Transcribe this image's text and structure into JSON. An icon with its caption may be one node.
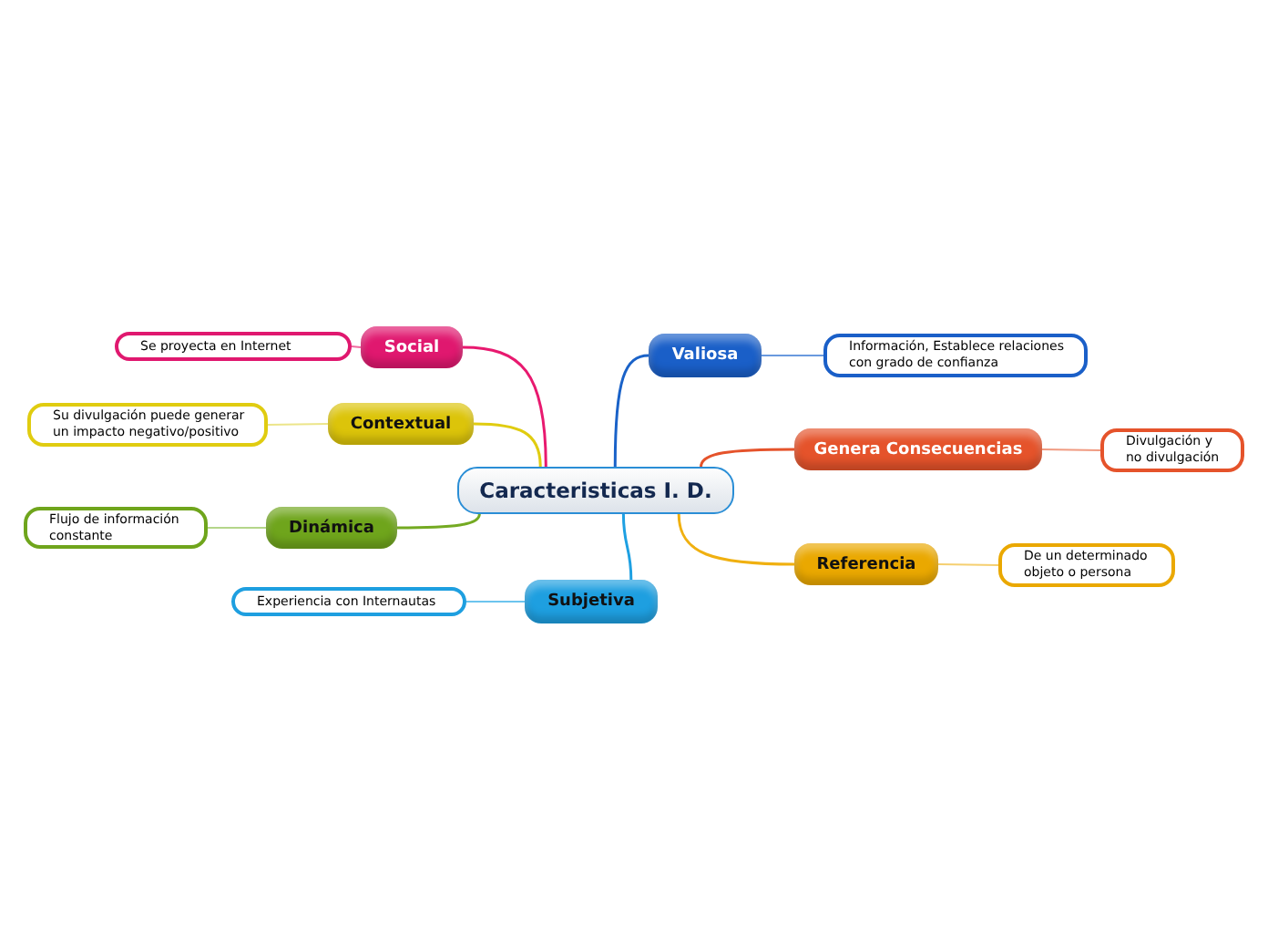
{
  "diagram": {
    "nodes": [
      {
        "text": [
          "Caracteristicas I. D."
        ]
      },
      {
        "text": [
          "Social"
        ]
      },
      {
        "text": [
          "Se proyecta en Internet"
        ]
      },
      {
        "text": [
          "Contextual"
        ]
      },
      {
        "text": [
          "Su divulgación puede generar un impacto negativo/positivo"
        ]
      },
      {
        "text": [
          "Dinámica"
        ]
      },
      {
        "text": [
          "Flujo de información constante"
        ]
      },
      {
        "text": [
          "Subjetiva"
        ]
      },
      {
        "text": [
          "Experiencia con Internautas"
        ]
      },
      {
        "text": [
          "Valiosa"
        ]
      },
      {
        "text": [
          "Información, Establece relaciones con grado de confianza"
        ]
      },
      {
        "text": [
          "Genera Consecuencias"
        ]
      },
      {
        "text": [
          "Divulgación y no divulgación"
        ]
      },
      {
        "text": [
          "Referencia"
        ]
      },
      {
        "text": [
          "De un determinado objeto o persona"
        ]
      }
    ],
    "edges": [
      {
        "from": 0,
        "to": 1,
        "arrow": "none",
        "color": "#e8196f"
      },
      {
        "from": 1,
        "to": 2,
        "arrow": "none",
        "color": "#f06aa0"
      },
      {
        "from": 0,
        "to": 3,
        "arrow": "none",
        "color": "#e0cc10"
      },
      {
        "from": 3,
        "to": 4,
        "arrow": "none",
        "color": "#ece58a"
      },
      {
        "from": 0,
        "to": 5,
        "arrow": "none",
        "color": "#74aa22"
      },
      {
        "from": 5,
        "to": 6,
        "arrow": "none",
        "color": "#b4d68a"
      },
      {
        "from": 0,
        "to": 7,
        "arrow": "none",
        "color": "#1ea0e2"
      },
      {
        "from": 7,
        "to": 8,
        "arrow": "none",
        "color": "#6cc4ee"
      },
      {
        "from": 0,
        "to": 9,
        "arrow": "none",
        "color": "#1a62c8"
      },
      {
        "from": 9,
        "to": 10,
        "arrow": "none",
        "color": "#6a9ade"
      },
      {
        "from": 0,
        "to": 11,
        "arrow": "none",
        "color": "#e5532b"
      },
      {
        "from": 11,
        "to": 12,
        "arrow": "none",
        "color": "#f09a80"
      },
      {
        "from": 0,
        "to": 13,
        "arrow": "none",
        "color": "#f0b010"
      },
      {
        "from": 13,
        "to": 14,
        "arrow": "none",
        "color": "#f5cf70"
      }
    ]
  }
}
